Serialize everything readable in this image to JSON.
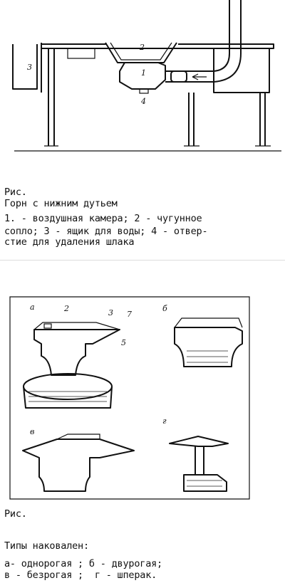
{
  "figure1": {
    "labels": [
      "1",
      "2",
      "3",
      "4"
    ],
    "caption_fig": "Рис.",
    "caption_title": "Горн с нижним дутьем",
    "legend_line1": "1. - воздушная камера; 2 - чугунное",
    "legend_line2": "сопло; 3 - ящик для воды; 4 - отвер-",
    "legend_line3": "стие для удаления шлака"
  },
  "figure2": {
    "labels": [
      "а",
      "2",
      "3",
      "7",
      "5",
      "б",
      "в",
      "г"
    ],
    "caption_fig": "Рис.",
    "caption_title": "Типы наковален:",
    "legend_line1": "а- однорогая ; б - двурогая;",
    "legend_line2": "в - безрогая ;  г - шперак."
  }
}
